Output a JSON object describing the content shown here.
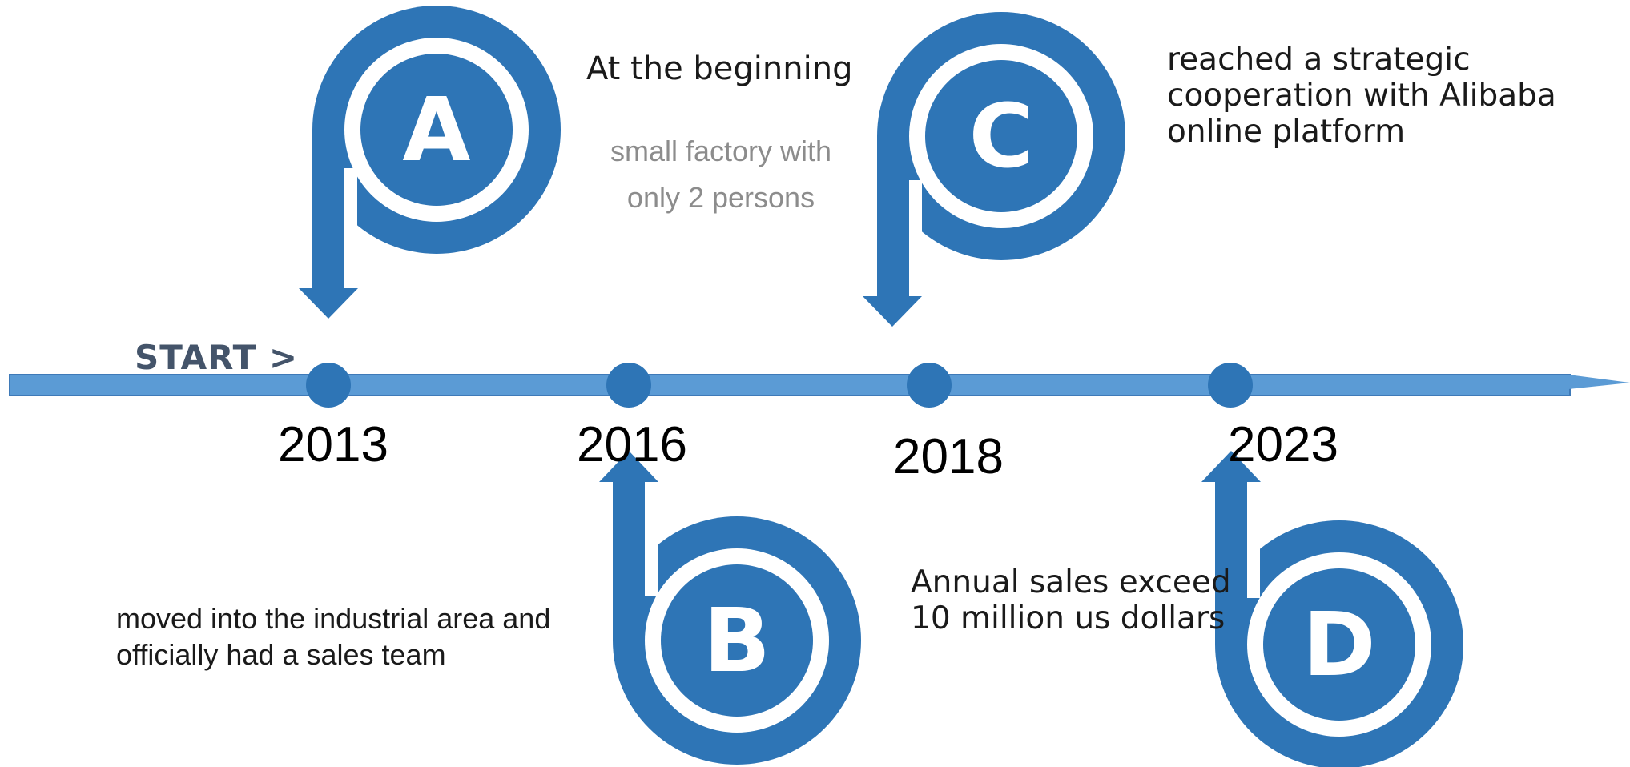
{
  "start_label": "START >",
  "colors": {
    "accent": "#2e75b6",
    "timeline_bar": "#5b9bd5",
    "text_dark": "#1a1a1a",
    "text_muted": "#8c8c8c",
    "start_text": "#44546a"
  },
  "milestones": [
    {
      "letter": "A",
      "year": "2013",
      "heading": "At the beginning",
      "note": "small factory with only 2 persons"
    },
    {
      "letter": "B",
      "year": "2016",
      "description": "moved into the industrial area and officially had a sales team"
    },
    {
      "letter": "C",
      "year": "2018",
      "description": "reached a strategic cooperation with Alibaba online platform"
    },
    {
      "letter": "D",
      "year": "2023",
      "description": "Annual sales exceed 10 million us dollars"
    }
  ]
}
